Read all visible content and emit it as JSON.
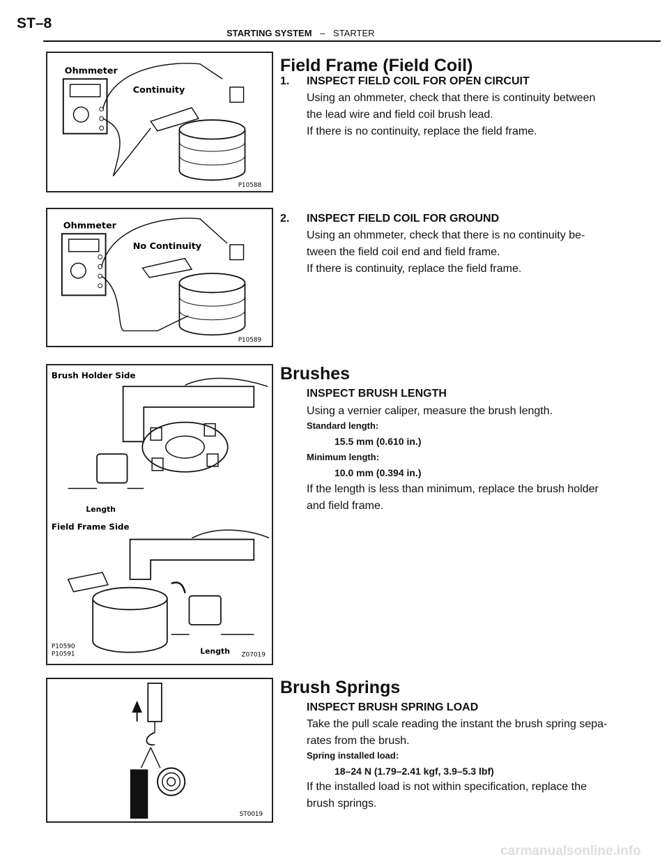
{
  "header": {
    "page_number": "ST–8",
    "section": "STARTING SYSTEM",
    "separator": "–",
    "subsection": "STARTER"
  },
  "figures": {
    "fig1": {
      "meter_label": "Ohmmeter",
      "result_label": "Continuity",
      "code": "P10588"
    },
    "fig2": {
      "meter_label": "Ohmmeter",
      "result_label": "No Continuity",
      "code": "P10589"
    },
    "fig3": {
      "top_label": "Brush Holder Side",
      "length_label_top": "Length",
      "bottom_label": "Field Frame Side",
      "length_label_bottom": "Length",
      "code_a": "P10590",
      "code_b": "P10591",
      "code_c": "Z07019"
    },
    "fig4": {
      "code": "ST0019"
    }
  },
  "field_frame": {
    "title": "Field Frame (Field Coil)",
    "step1": {
      "num": "1.",
      "heading": "INSPECT FIELD COIL FOR OPEN CIRCUIT",
      "line1": "Using an ohmmeter, check that there is continuity between",
      "line2": "the lead wire and field coil brush lead.",
      "line3": "If there is no continuity, replace the field frame."
    },
    "step2": {
      "num": "2.",
      "heading": "INSPECT FIELD COIL FOR GROUND",
      "line1": "Using an ohmmeter, check that there is no continuity be-",
      "line2": "tween the field coil end and field frame.",
      "line3": "If there is continuity, replace the field frame."
    }
  },
  "brushes": {
    "title": "Brushes",
    "heading": "INSPECT BRUSH LENGTH",
    "line1": "Using a vernier caliper, measure the brush length.",
    "standard_label": "Standard length:",
    "standard_value": "15.5 mm (0.610 in.)",
    "minimum_label": "Minimum length:",
    "minimum_value": "10.0 mm (0.394 in.)",
    "line2": "If the length is less than minimum, replace the brush holder",
    "line3": "and field frame."
  },
  "brush_springs": {
    "title": "Brush Springs",
    "heading": "INSPECT BRUSH SPRING LOAD",
    "line1": "Take the pull scale reading the instant the brush spring sepa-",
    "line2": "rates from the brush.",
    "spec_label": "Spring installed load:",
    "spec_value": "18–24 N (1.79–2.41 kgf, 3.9–5.3 lbf)",
    "line3": "If the installed load is not within specification, replace the",
    "line4": "brush springs."
  },
  "watermark": "carmanualsonline.info"
}
